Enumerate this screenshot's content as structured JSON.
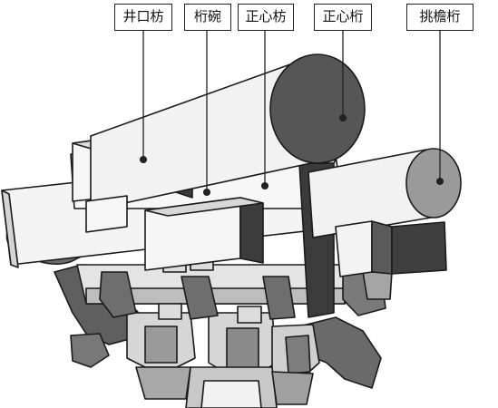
{
  "labels": {
    "jingkou_fang": "井口枋",
    "heng_wan": "桁碗",
    "zhengxin_fang": "正心枋",
    "zhengxin_heng": "正心桁",
    "tiaoyan_heng": "挑檐桁"
  },
  "colors": {
    "outline": "#1a1a1a",
    "white_face": "#f4f4f4",
    "light_gray": "#c8c8c8",
    "mid_gray": "#9a9a9a",
    "dark_gray": "#5a5a5a",
    "darkest": "#3a3a3a",
    "leader_line": "#222222"
  }
}
